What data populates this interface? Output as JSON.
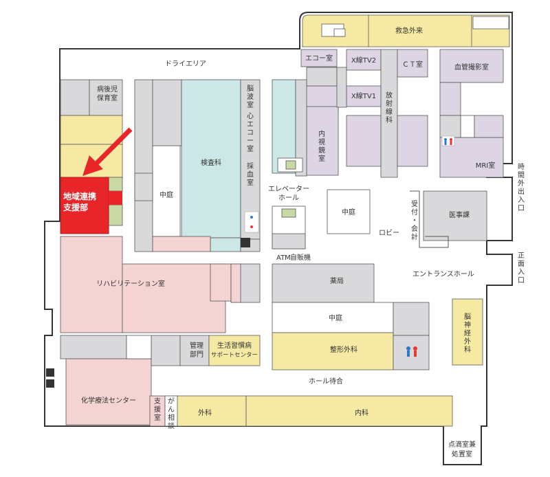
{
  "colors": {
    "highlight": "#e8262a",
    "arrow": "#e8262a",
    "gray": "#d9d9db",
    "teal": "#cbe7e6",
    "yellow": "#f6e9a3",
    "purple": "#ddd4e4",
    "pink": "#f4d3d3",
    "green": "#c8d9a6"
  },
  "labels": {
    "emergency": "救急外来",
    "dry_area": "ドライエリア",
    "echo_room": "エコー室",
    "xray_tv2": "X線TV2",
    "ct_room": "ＣＴ室",
    "angio_room": "血管撮影室",
    "xray_tv1": "X線TV1",
    "radiology": "放射線科",
    "endoscopy": "内視鏡室",
    "mri_room": "MRI室",
    "sick_child_1": "病後児",
    "sick_child_2": "保育室",
    "highlight_1": "地域連携",
    "highlight_2": "支援部",
    "brain_wave": "脳波室",
    "ecg": "心エコー室",
    "blood_draw": "採血室",
    "lab": "検査科",
    "courtyard": "中庭",
    "elevator_hall_1": "エレベーター",
    "elevator_hall_2": "ホール",
    "atm": "ATM",
    "vending": "自販機",
    "lobby": "ロビー",
    "reception": "受付・会計",
    "medical_affairs": "医事課",
    "night_entrance": "時間外出入口",
    "main_entrance": "正面入口",
    "entrance_hall": "エントランスホール",
    "rehab": "リハビリテーション室",
    "pharmacy": "薬局",
    "neurosurgery": "脳神経外科",
    "admin_1": "管理",
    "admin_2": "部門",
    "lifestyle_1": "生活習慣病",
    "lifestyle_2": "サポートセンター",
    "orthopedics": "整形外科",
    "waiting_hall": "ホール待合",
    "chemo": "化学療法センター",
    "support_room": "支援室",
    "cancer_consult": "がん相談",
    "surgery": "外科",
    "internal_medicine": "内科",
    "infusion_1": "点滴室兼",
    "infusion_2": "処置室"
  }
}
